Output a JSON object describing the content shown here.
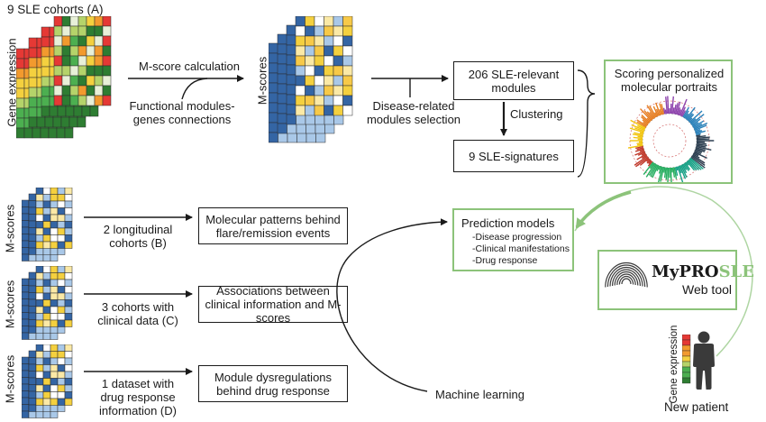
{
  "colors": {
    "accent_green": "#8cc37a",
    "line": "#1a1a1a",
    "hm_red": "#e53935",
    "hm_orange": "#f29a2e",
    "hm_yellow": "#f4d03f",
    "hm_green": "#4caf50",
    "hm_darkgreen": "#2e7d32",
    "hm_blue": "#3465a4",
    "hm_lightblue": "#a9c8e8",
    "hm_paleyellow": "#fbe9a6"
  },
  "top": {
    "cohorts_label": "9 SLE cohorts (A)",
    "gene_expression_label": "Gene expression",
    "mscore_calc_label": "M-score calculation",
    "functional_modules_label": "Functional modules-genes connections",
    "mscores_label": "M-scores",
    "disease_related_label": "Disease-related modules selection",
    "modules_box": "206 SLE-relevant modules",
    "clustering_label": "Clustering",
    "signatures_box": "9 SLE-signatures"
  },
  "portrait": {
    "title": "Scoring personalized molecular portraits"
  },
  "rows": [
    {
      "mscores_label": "M-scores",
      "cohort_text": "2 longitudinal cohorts (B)",
      "box_text": "Molecular patterns behind flare/remission events"
    },
    {
      "mscores_label": "M-scores",
      "cohort_text": "3 cohorts with clinical data (C)",
      "box_text": "Associations between clinical information and M-scores"
    },
    {
      "mscores_label": "M-scores",
      "cohort_text": "1 dataset with drug response information (D)",
      "box_text": "Module dysregulations behind drug response"
    }
  ],
  "prediction": {
    "title": "Prediction models",
    "items": [
      "-Disease progression",
      "-Clinical manifestations",
      "-Drug response"
    ]
  },
  "machine_learning_label": "Machine learning",
  "tool": {
    "name_my": "MyPRO",
    "name_sle": "SLE",
    "subtitle": "Web tool",
    "icon": "fingerprint-icon"
  },
  "patient": {
    "gene_expression_label": "Gene expression",
    "label": "New patient",
    "icon": "person-icon"
  }
}
